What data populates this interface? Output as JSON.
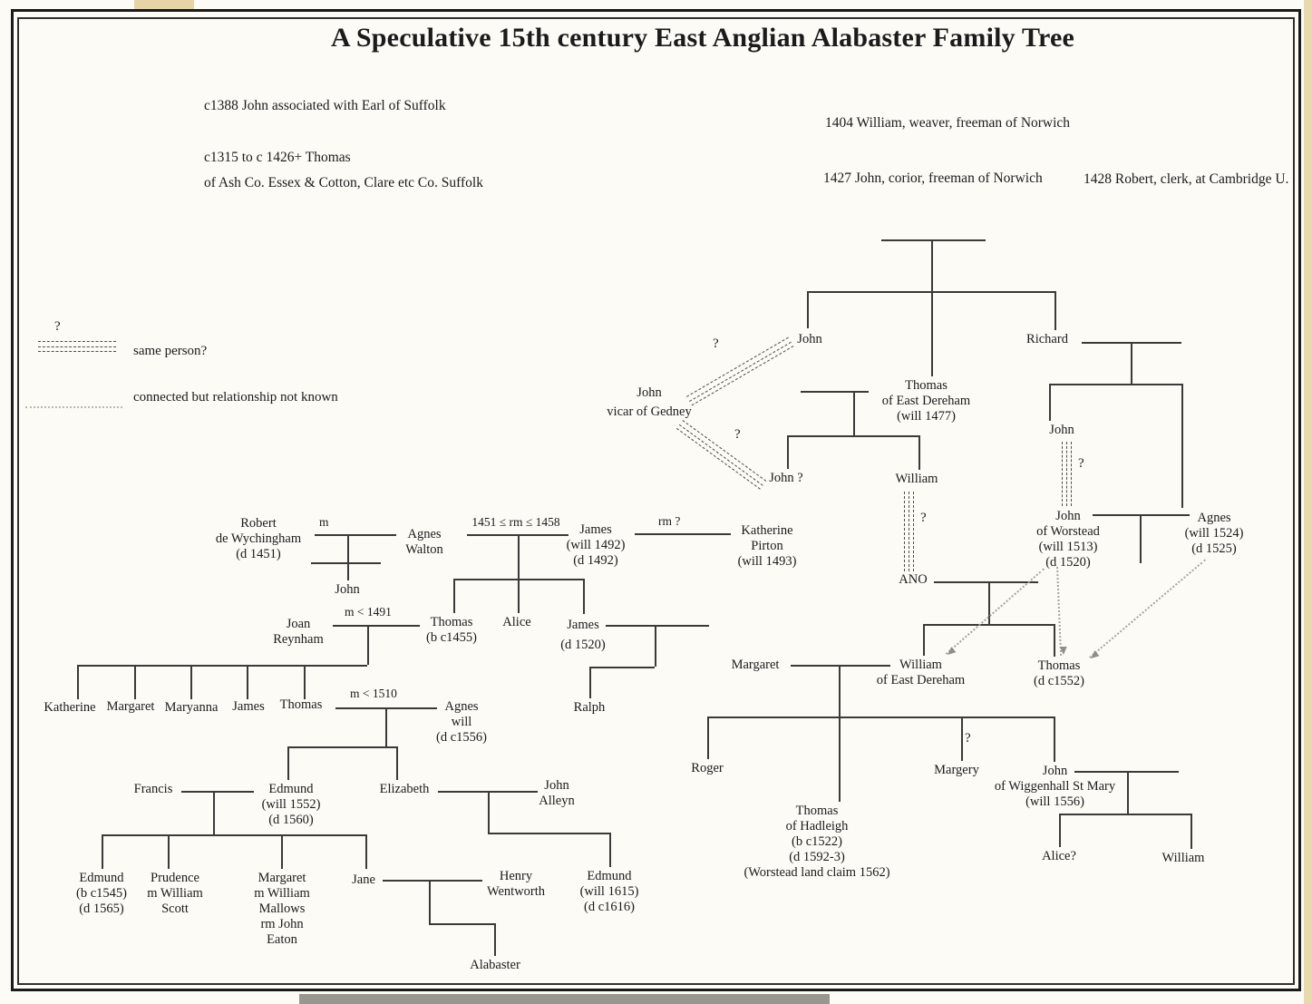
{
  "title": "A Speculative 15th century East Anglian Alabaster Family Tree",
  "annotations": {
    "john_1388": "c1388 John associated with Earl of Suffolk",
    "thomas_1315": "c1315 to c 1426+ Thomas\nof Ash Co. Essex &  Cotton, Clare etc Co. Suffolk",
    "william_1404": "1404 William, weaver, freeman of Norwich",
    "john_1427": "1427 John, corior,  freeman of Norwich",
    "robert_1428": "1428 Robert, clerk, at Cambridge U."
  },
  "legend": {
    "question": "?",
    "same_person": "same person?",
    "connected": "connected but relationship  not known"
  },
  "marks": {
    "q": "?",
    "m": "m",
    "rm_range": "1451 ≤ rm ≤ 1458",
    "rm_q": "rm ?",
    "m_1491": "m < 1491",
    "m_1510": "m < 1510"
  },
  "people": {
    "john_gen1": "John",
    "richard_gen1": "Richard",
    "thomas_east_dereham": "Thomas\nof East Dereham\n(will 1477)",
    "john_vicar": "John\nvicar of Gedney",
    "john_q": "John ?",
    "william_gen2": "William",
    "ano": "ANO",
    "john_richard_son": "John",
    "john_worstead": "John\nof Worstead\n(will 1513)\n(d 1520)",
    "agnes_1524": "Agnes\n(will 1524)\n(d 1525)",
    "william_east_dereham": "William\nof East Dereham",
    "thomas_1552": "Thomas\n(d c1552)",
    "margaret_wife": "Margaret",
    "roger": "Roger",
    "thomas_hadleigh": "Thomas\nof Hadleigh\n(b c1522)\n(d 1592-3)\n(Worstead land claim 1562)",
    "margery": "Margery",
    "john_wiggenhall": "John\nof Wiggenhall St Mary\n(will 1556)",
    "alice_q": "Alice?",
    "william_wiggenhall": "William",
    "robert_wychingham": "Robert\nde Wychingham\n(d 1451)",
    "agnes_walton": "Agnes\nWalton",
    "john_wychingham": "John",
    "james_1492": "James\n(will 1492)\n(d 1492)",
    "katherine_pirton": "Katherine\nPirton\n(will 1493)",
    "joan_reynham": "Joan\nReynham",
    "thomas_1455": "Thomas\n(b c1455)",
    "alice": "Alice",
    "james_1520": "James\n(d 1520)",
    "ralph": "Ralph",
    "katherine": "Katherine",
    "margaret_dau": "Margaret",
    "maryanna": "Maryanna",
    "james_child": "James",
    "thomas_child": "Thomas",
    "agnes_1556": "Agnes\nwill\n(d c1556)",
    "francis": "Francis",
    "edmund_1552": "Edmund\n(will 1552)\n(d 1560)",
    "elizabeth": "Elizabeth",
    "john_alleyn": "John\nAlleyn",
    "edmund_1545": "Edmund\n(b c1545)\n(d 1565)",
    "prudence": "Prudence\nm William\nScott",
    "margaret_mallows": "Margaret\nm William\nMallows\nrm John\nEaton",
    "jane": "Jane",
    "henry_wentworth": "Henry\nWentworth",
    "alabaster": "Alabaster",
    "edmund_1615": "Edmund\n(will 1615)\n(d c1616)"
  }
}
